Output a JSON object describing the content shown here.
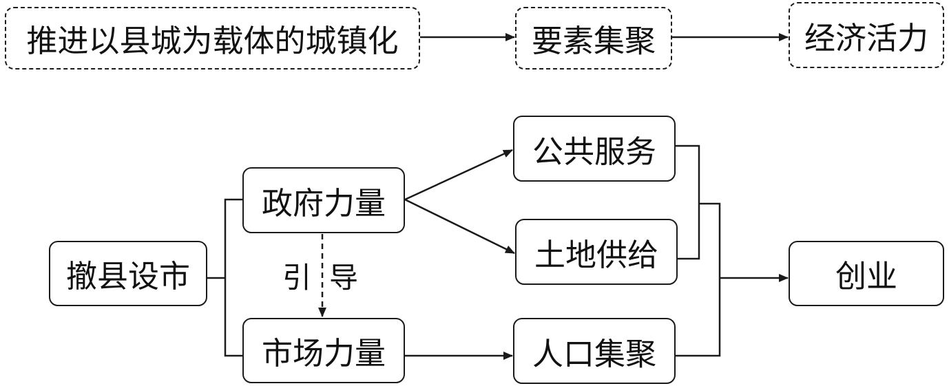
{
  "top_row": {
    "box1": "推进以县城为载体的城镇化",
    "box2": "要素集聚",
    "box3": "经济活力"
  },
  "flow": {
    "start": "撤县设市",
    "government": "政府力量",
    "market": "市场力量",
    "public_service": "公共服务",
    "land_supply": "土地供给",
    "population": "人口集聚",
    "result": "创业",
    "guide_char_1": "引",
    "guide_char_2": "导"
  },
  "colors": {
    "line": "#1a1a1a",
    "text": "#111111",
    "background": "#ffffff"
  }
}
